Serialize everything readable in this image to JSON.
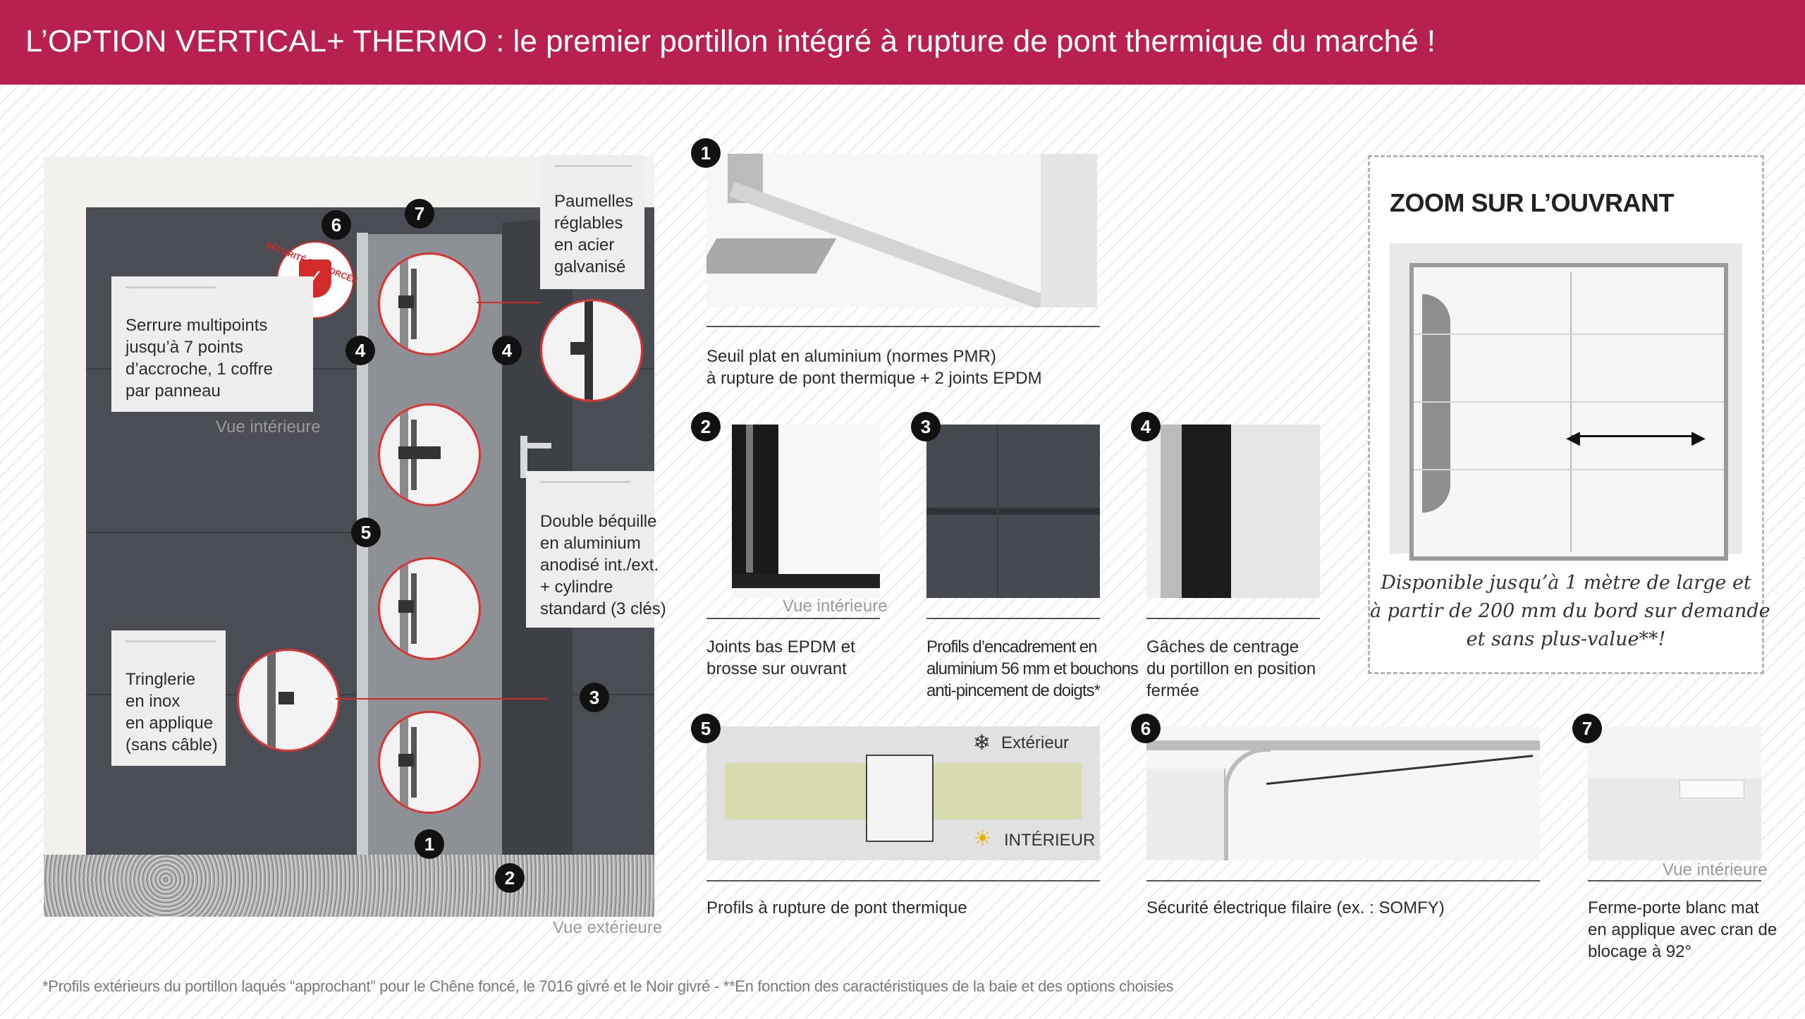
{
  "header": {
    "title": "L’OPTION VERTICAL+ THERMO : le premier portillon intégré à rupture de pont thermique du marché !"
  },
  "main_photo": {
    "badges": [
      "6",
      "7",
      "4",
      "4",
      "5",
      "3",
      "1",
      "2"
    ],
    "security_stamp": "SÉCURITÉ RENFORCÉE",
    "callouts": {
      "paumelles": [
        "Paumelles",
        "réglables",
        "en acier",
        "galvanisé"
      ],
      "serrure": [
        "Serrure multipoints",
        "jusqu’à 7 points",
        "d’accroche, 1 coffre",
        "par panneau"
      ],
      "double_bequille": [
        "Double béquille",
        "en aluminium",
        "anodisé int./ext.",
        "+ cylindre",
        "standard (3 clés)"
      ],
      "tringlerie": [
        "Tringlerie",
        "en inox",
        "en applique",
        "(sans câble)"
      ]
    },
    "vue_interieure": "Vue intérieure",
    "vue_exterieure": "Vue extérieure"
  },
  "features": [
    {
      "num": "1",
      "lines": [
        "Seuil plat en aluminium (normes PMR)",
        "à rupture de pont thermique + 2 joints EPDM"
      ]
    },
    {
      "num": "2",
      "lines": [
        "Joints bas EPDM et",
        "brosse sur ouvrant"
      ],
      "caption": "Vue intérieure"
    },
    {
      "num": "3",
      "lines": [
        "Profils d’encadrement en",
        "aluminium 56 mm et bouchons",
        "anti-pincement de doigts*"
      ]
    },
    {
      "num": "4",
      "lines": [
        "Gâches de centrage",
        "du portillon en position",
        "fermée"
      ]
    },
    {
      "num": "5",
      "lines": [
        "Profils à rupture de pont thermique"
      ],
      "label_ext": "Extérieur",
      "label_int": "INTÉRIEUR"
    },
    {
      "num": "6",
      "lines": [
        "Sécurité électrique filaire (ex. : SOMFY)"
      ]
    },
    {
      "num": "7",
      "lines": [
        "Ferme-porte blanc mat",
        "en applique avec cran de",
        "blocage à 92°"
      ],
      "caption": "Vue intérieure"
    }
  ],
  "zoom": {
    "title": "ZOOM SUR L’OUVRANT",
    "note": [
      "Disponible jusqu’à 1 mètre de large et",
      "à partir de 200 mm du bord sur demande",
      "et sans plus-value**!"
    ]
  },
  "footnote": "*Profils extérieurs du portillon laqués “approchant” pour le Chêne foncé, le 7016 givré et le Noir givré - **En fonction des caractéristiques de la baie et des options choisies",
  "colors": {
    "brand": "#b8204f",
    "door": "#4a4e54",
    "panel": "#8d9196",
    "accent_red": "#d32a2a"
  }
}
